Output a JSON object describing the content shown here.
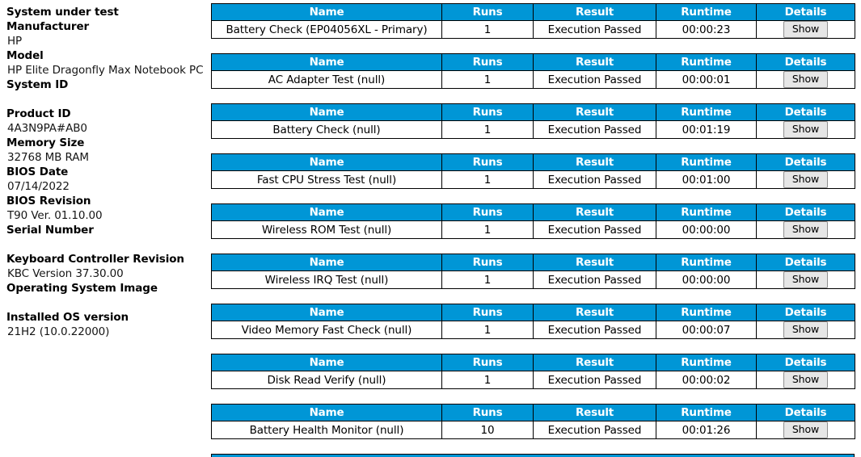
{
  "system_info": {
    "title": "System under test",
    "fields": [
      {
        "label": "Manufacturer",
        "value": "HP"
      },
      {
        "label": "Model",
        "value": "HP Elite Dragonfly Max Notebook PC"
      },
      {
        "label": "System ID",
        "value": ""
      },
      {
        "label": "Product ID",
        "value": "4A3N9PA#AB0"
      },
      {
        "label": "Memory Size",
        "value": "32768 MB RAM"
      },
      {
        "label": "BIOS Date",
        "value": "07/14/2022"
      },
      {
        "label": "BIOS Revision",
        "value": "T90 Ver. 01.10.00"
      },
      {
        "label": "Serial Number",
        "value": ""
      },
      {
        "label": "Keyboard Controller Revision",
        "value": "KBC Version 37.30.00"
      },
      {
        "label": "Operating System Image",
        "value": ""
      },
      {
        "label": "Installed OS version",
        "value": "21H2 (10.0.22000)"
      }
    ]
  },
  "results": {
    "columns": [
      "Name",
      "Runs",
      "Result",
      "Runtime",
      "Details"
    ],
    "details_button_label": "Show",
    "header_color": "#0096d6",
    "tables": [
      {
        "name": "Battery Check (EP04056XL - Primary)",
        "runs": "1",
        "result": "Execution Passed",
        "runtime": "00:00:23"
      },
      {
        "name": "AC Adapter Test (null)",
        "runs": "1",
        "result": "Execution Passed",
        "runtime": "00:00:01"
      },
      {
        "name": "Battery Check (null)",
        "runs": "1",
        "result": "Execution Passed",
        "runtime": "00:01:19"
      },
      {
        "name": "Fast CPU Stress Test (null)",
        "runs": "1",
        "result": "Execution Passed",
        "runtime": "00:01:00"
      },
      {
        "name": "Wireless ROM Test (null)",
        "runs": "1",
        "result": "Execution Passed",
        "runtime": "00:00:00"
      },
      {
        "name": "Wireless IRQ Test (null)",
        "runs": "1",
        "result": "Execution Passed",
        "runtime": "00:00:00"
      },
      {
        "name": "Video Memory Fast Check (null)",
        "runs": "1",
        "result": "Execution Passed",
        "runtime": "00:00:07"
      },
      {
        "name": "Disk Read Verify (null)",
        "runs": "1",
        "result": "Execution Passed",
        "runtime": "00:00:02"
      },
      {
        "name": "Battery Health Monitor (null)",
        "runs": "10",
        "result": "Execution Passed",
        "runtime": "00:01:26"
      }
    ]
  }
}
